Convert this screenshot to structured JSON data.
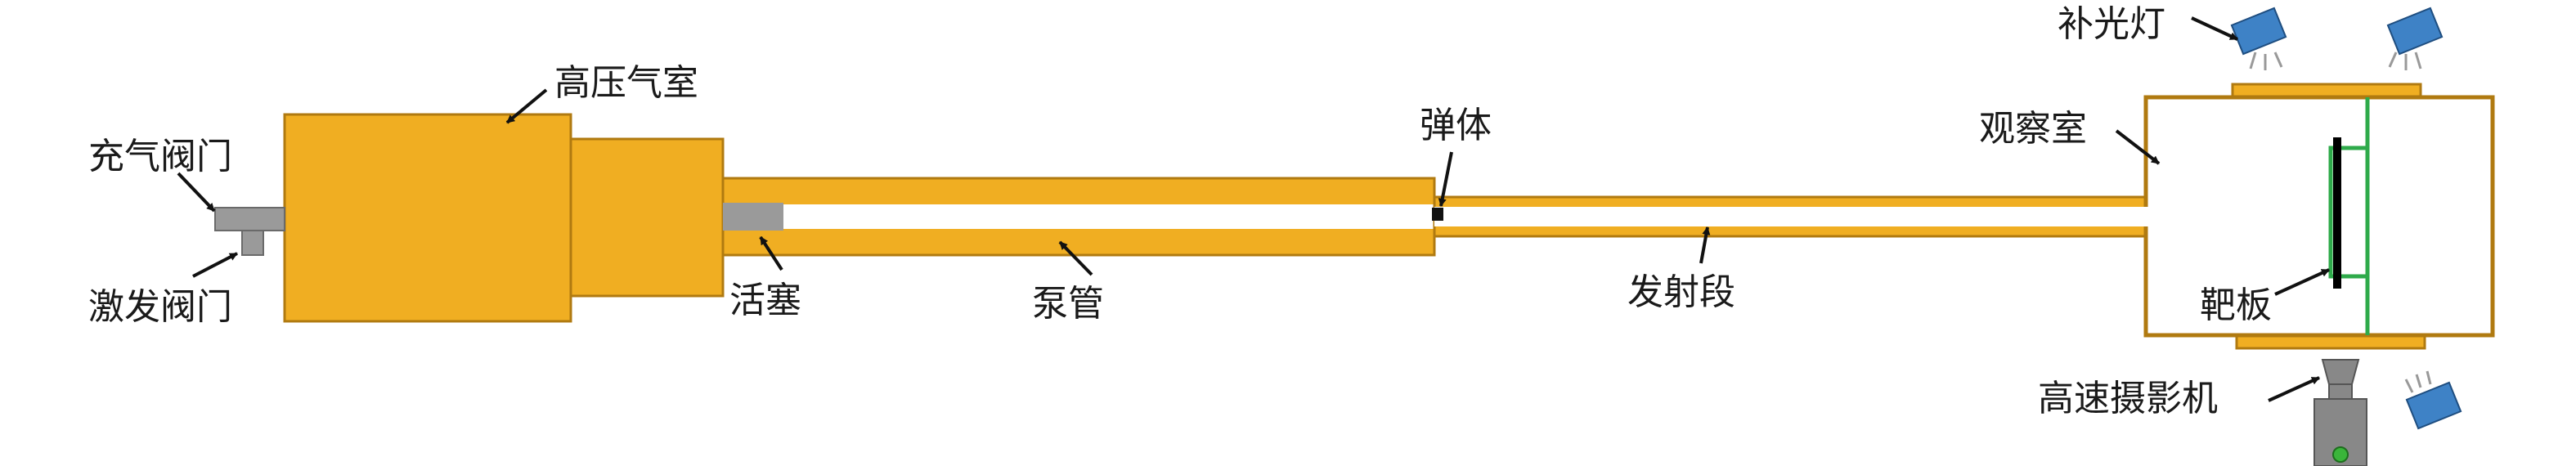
{
  "labels": {
    "high_pressure_chamber": "高压气室",
    "inflation_valve": "充气阀门",
    "trigger_valve": "激发阀门",
    "piston": "活塞",
    "pump_tube": "泵管",
    "projectile": "弹体",
    "launch_section": "发射段",
    "observation_chamber": "观察室",
    "fill_light": "补光灯",
    "target_plate": "靶板",
    "high_speed_camera": "高速摄影机"
  },
  "colors": {
    "tube_fill": "#F0AE22",
    "tube_stroke": "#B07A10",
    "valve_gray": "#9A9A9A",
    "lamp_blue": "#3E82C6",
    "target_green": "#2EAA4A",
    "target_black": "#000000",
    "camera_gray": "#888888",
    "camera_lens": "#3AB53A"
  }
}
